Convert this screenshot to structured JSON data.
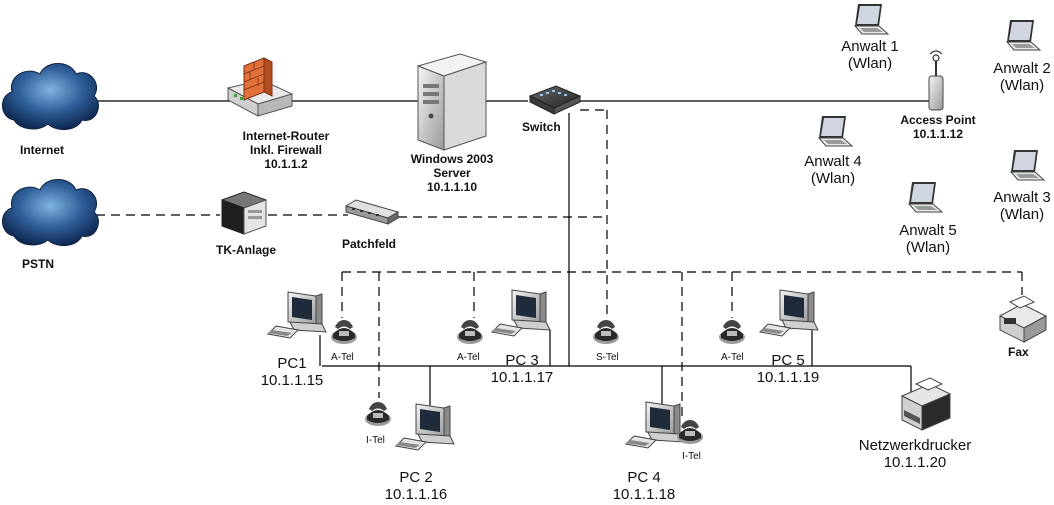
{
  "nodes": {
    "internet": {
      "label": "Internet"
    },
    "pstn": {
      "label": "PSTN"
    },
    "router": {
      "line1": "Internet-Router",
      "line2": "Inkl. Firewall",
      "ip": "10.1.1.2"
    },
    "server": {
      "line1": "Windows 2003",
      "line2": "Server",
      "ip": "10.1.1.10"
    },
    "switch": {
      "label": "Switch"
    },
    "tk": {
      "label": "TK-Anlage"
    },
    "patch": {
      "label": "Patchfeld"
    },
    "ap": {
      "label": "Access Point",
      "ip": "10.1.1.12"
    },
    "anwalt1": {
      "name": "Anwalt 1",
      "conn": "(Wlan)"
    },
    "anwalt2": {
      "name": "Anwalt 2",
      "conn": "(Wlan)"
    },
    "anwalt3": {
      "name": "Anwalt 3",
      "conn": "(Wlan)"
    },
    "anwalt4": {
      "name": "Anwalt 4",
      "conn": "(Wlan)"
    },
    "anwalt5": {
      "name": "Anwalt 5",
      "conn": "(Wlan)"
    },
    "pc1": {
      "name": "PC1",
      "ip": "10.1.1.15"
    },
    "pc2": {
      "name": "PC 2",
      "ip": "10.1.1.16"
    },
    "pc3": {
      "name": "PC 3",
      "ip": "10.1.1.17"
    },
    "pc4": {
      "name": "PC 4",
      "ip": "10.1.1.18"
    },
    "pc5": {
      "name": "PC 5",
      "ip": "10.1.1.19"
    },
    "printer": {
      "name": "Netzwerkdrucker",
      "ip": "10.1.1.20"
    },
    "fax": {
      "label": "Fax"
    },
    "phones": {
      "atel": "A-Tel",
      "itel": "I-Tel",
      "stel": "S-Tel"
    }
  },
  "colors": {
    "line": "#000000",
    "cloud": "#1d3c6b",
    "cloud_light": "#6fa7d9",
    "device": "#d8d8d8",
    "firewall": "#e2703a"
  }
}
